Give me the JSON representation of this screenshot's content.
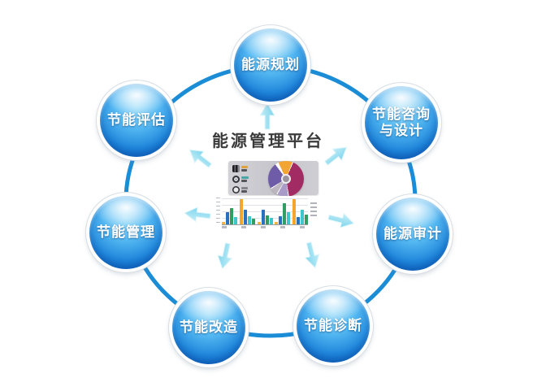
{
  "title": "能源管理平台",
  "nodes": [
    {
      "id": "energy-planning",
      "label": "能源规划"
    },
    {
      "id": "consulting-design",
      "label": "节能咨询与设计"
    },
    {
      "id": "energy-audit",
      "label": "能源审计"
    },
    {
      "id": "energy-diagnosis",
      "label": "节能诊断"
    },
    {
      "id": "energy-retrofit",
      "label": "节能改造"
    },
    {
      "id": "energy-management",
      "label": "节能管理"
    },
    {
      "id": "energy-assessment",
      "label": "节能评估"
    }
  ],
  "colors": {
    "ring": "#1b8cd6",
    "arrow_light": "#c3eef8",
    "arrow_dark": "#7fd5ec",
    "sphere_highlight": "#9adcf9",
    "sphere_deep": "#0a55b4",
    "title_text": "#3a3a3a",
    "node_text": "#ffffff",
    "panel_gray": "#c6c5cb"
  },
  "center": {
    "legend_icons": [
      "bar-meter-icon",
      "clock-icon",
      "gauge-icon"
    ]
  },
  "chart_data": [
    {
      "type": "pie",
      "title": "",
      "slices": [
        {
          "name": "orange",
          "color": "#F2A435",
          "deg": 46
        },
        {
          "name": "magenta",
          "color": "#A22B63",
          "deg": 146
        },
        {
          "name": "lavender",
          "color": "#A89BC8",
          "deg": 36
        },
        {
          "name": "gray",
          "color": "#BDB6C0",
          "deg": 24
        },
        {
          "name": "purple",
          "color": "#6F5CA9",
          "deg": 84
        }
      ]
    },
    {
      "type": "bar",
      "title": "",
      "groups": [
        [
          {
            "color": "#F3B23E",
            "v": 0.1
          },
          {
            "color": "#2B6FBF",
            "v": 0.45
          },
          {
            "color": "#2F9E60",
            "v": 0.62
          },
          {
            "color": "#3EC6CE",
            "v": 0.27
          }
        ],
        [
          {
            "color": "#F5A52C",
            "v": 0.95
          },
          {
            "color": "#2B6FBF",
            "v": 0.55
          },
          {
            "color": "#3EC6CE",
            "v": 0.29
          },
          {
            "color": "#2F9E60",
            "v": 0.2
          }
        ],
        [
          {
            "color": "#F3B23E",
            "v": 0.1
          },
          {
            "color": "#2B6FBF",
            "v": 0.55
          },
          {
            "color": "#2F9E60",
            "v": 0.33
          },
          {
            "color": "#3EC6CE",
            "v": 0.24
          }
        ],
        [
          {
            "color": "#F3B23E",
            "v": 0.1
          },
          {
            "color": "#2B6FBF",
            "v": 0.3
          },
          {
            "color": "#2F9E60",
            "v": 0.78
          },
          {
            "color": "#3EC6CE",
            "v": 0.47
          }
        ],
        [
          {
            "color": "#F5A52C",
            "v": 0.95
          },
          {
            "color": "#2B6FBF",
            "v": 0.28
          },
          {
            "color": "#3EC6CE",
            "v": 0.55
          },
          {
            "color": "#2F9E60",
            "v": 0.35
          }
        ]
      ]
    }
  ]
}
